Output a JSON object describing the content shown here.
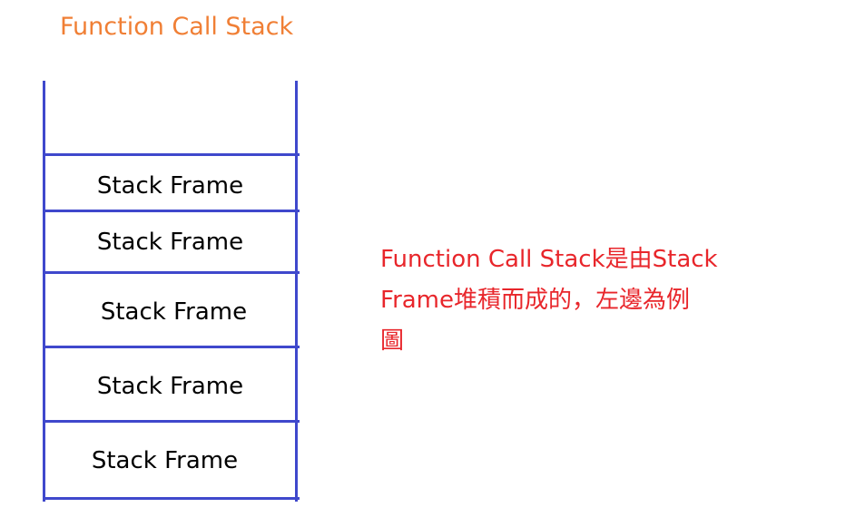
{
  "title": "Function Call Stack",
  "frames": [
    "Stack Frame",
    "Stack Frame",
    "Stack Frame",
    "Stack Frame",
    "Stack Frame"
  ],
  "note_lines": [
    "Function Call Stack是由Stack",
    "Frame堆積而成的，左邊為例",
    "圖"
  ],
  "colors": {
    "title": "#f07f35",
    "stack_lines": "#3f48cc",
    "frame_text": "#000000",
    "note": "#e8262b"
  }
}
